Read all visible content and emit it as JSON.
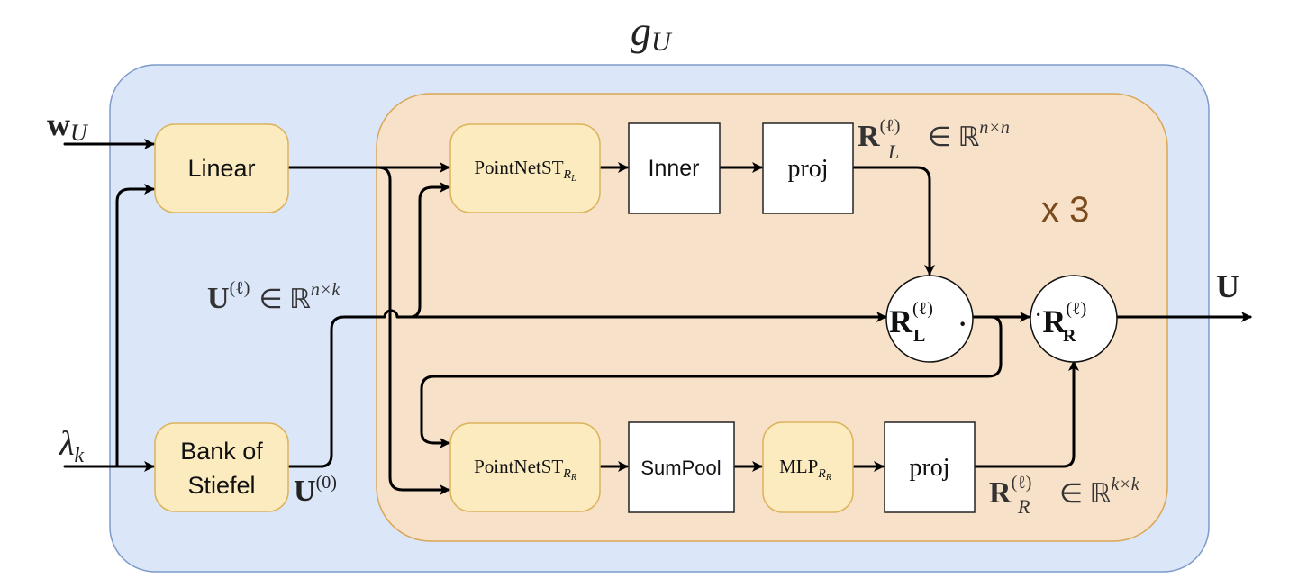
{
  "title": {
    "main": "g",
    "sub": "U"
  },
  "inputs": {
    "w_U": {
      "main": "w",
      "sub": "U"
    },
    "lambda_k": {
      "main": "λ",
      "sub": "k"
    }
  },
  "output": {
    "main": "U"
  },
  "repeat_label": "x 3",
  "colors": {
    "outer_fill": "#dbe6f9",
    "outer_stroke": "#7d9bc9",
    "inner_fill": "#f8e1c9",
    "inner_stroke": "#d9a655",
    "yellow_fill": "#fbebbf",
    "yellow_stroke": "#dcb35c",
    "white_fill": "#ffffff",
    "line": "#000000",
    "repeat_text": "#7a4a1c"
  },
  "blocks": {
    "linear": "Linear",
    "bank": {
      "line1": "Bank of",
      "line2": "Stiefel"
    },
    "pointnet_L": {
      "main": "PointNetST",
      "sub": "R",
      "subsub": "L"
    },
    "pointnet_R": {
      "main": "PointNetST",
      "sub": "R",
      "subsub": "R"
    },
    "inner": "Inner",
    "proj_top": "proj",
    "sumpool": "SumPool",
    "mlp": {
      "main": "MLP",
      "sub": "R",
      "subsub": "R"
    },
    "proj_bottom": "proj"
  },
  "operators": {
    "left": {
      "main": "R",
      "sup": "(ℓ)",
      "sub": "L",
      "dot": "·"
    },
    "right": {
      "main": "R",
      "sup": "(ℓ)",
      "sub": "R",
      "dot": "·"
    }
  },
  "labels": {
    "U_ell": {
      "main": "U",
      "sup": "(ℓ)",
      "rest": "∈ ℝ",
      "exp": "n×k"
    },
    "U_0": {
      "main": "U",
      "sup": "(0)"
    },
    "R_L": {
      "main": "R",
      "sup": "(ℓ)",
      "sub": "L",
      "rest": "∈ ℝ",
      "exp": "n×n"
    },
    "R_R": {
      "main": "R",
      "sup": "(ℓ)",
      "sub": "R",
      "rest": "∈ ℝ",
      "exp": "k×k"
    }
  }
}
